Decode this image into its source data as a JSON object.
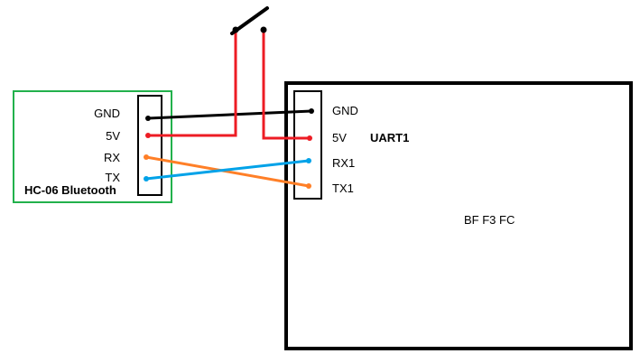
{
  "hc06": {
    "title": "HC-06 Bluetooth",
    "pins": [
      "GND",
      "5V",
      "RX",
      "TX"
    ]
  },
  "fc": {
    "title": "BF F3 FC",
    "uart_label": "UART1",
    "pins": [
      "GND",
      "5V",
      "RX1",
      "TX1"
    ]
  },
  "colors": {
    "module_green": "#22B14C",
    "wire_black": "#000000",
    "wire_red": "#ED1C24",
    "wire_blue": "#00A2E8",
    "wire_orange": "#FF7F27"
  },
  "wires": [
    {
      "from": "HC-06 GND",
      "to": "FC GND",
      "color": "black"
    },
    {
      "from": "HC-06 5V",
      "to": "FC 5V",
      "color": "red",
      "via": "switch"
    },
    {
      "from": "HC-06 RX",
      "to": "FC TX1",
      "color": "orange"
    },
    {
      "from": "HC-06 TX",
      "to": "FC RX1",
      "color": "blue"
    }
  ]
}
